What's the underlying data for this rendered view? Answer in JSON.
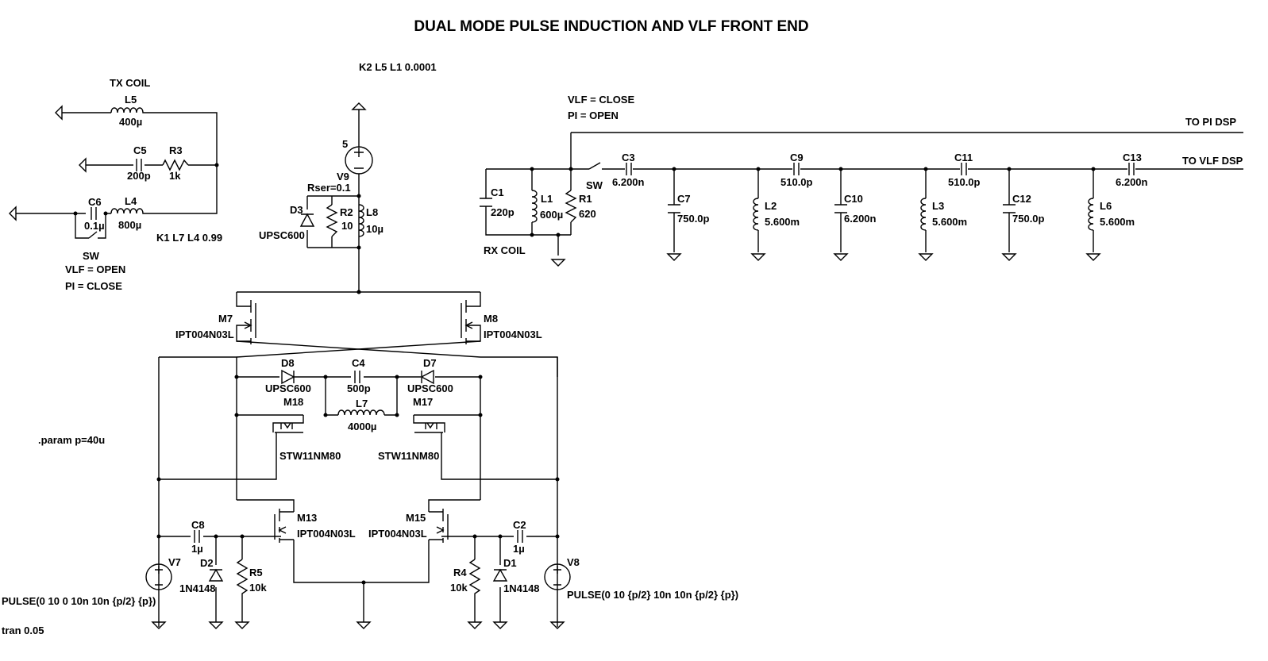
{
  "title": "DUAL MODE PULSE INDUCTION AND VLF FRONT END",
  "directives": {
    "coupling_k2": "K2 L5 L1 0.0001",
    "coupling_k1": "K1 L7 L4 0.99",
    "param": ".param p=40u",
    "tran": "tran 0.05"
  },
  "notes": {
    "tx_coil": "TX COIL",
    "rx_coil": "RX COIL",
    "tx_vlf_open": "VLF = OPEN",
    "tx_pi_close": "PI = CLOSE",
    "rx_vlf_close": "VLF = CLOSE",
    "rx_pi_open": "PI = OPEN",
    "to_pi_dsp": "TO PI DSP",
    "to_vlf_dsp": "TO VLF DSP"
  },
  "components": {
    "L5": {
      "name": "L5",
      "value": "400µ"
    },
    "C5": {
      "name": "C5",
      "value": "200p"
    },
    "R3": {
      "name": "R3",
      "value": "1k"
    },
    "C6": {
      "name": "C6",
      "value": "0.1µ"
    },
    "L4": {
      "name": "L4",
      "value": "800µ"
    },
    "SW_tx": {
      "name": "SW"
    },
    "V9": {
      "name": "V9",
      "value": "5",
      "extra": "Rser=0.1"
    },
    "D3": {
      "name": "D3",
      "value": "UPSC600"
    },
    "R2": {
      "name": "R2",
      "value": "10"
    },
    "L8": {
      "name": "L8",
      "value": "10µ"
    },
    "M7": {
      "name": "M7",
      "value": "IPT004N03L"
    },
    "M8": {
      "name": "M8",
      "value": "IPT004N03L"
    },
    "D8": {
      "name": "D8",
      "value": "UPSC600"
    },
    "C4": {
      "name": "C4",
      "value": "500p"
    },
    "D7": {
      "name": "D7",
      "value": "UPSC600"
    },
    "L7": {
      "name": "L7",
      "value": "4000µ"
    },
    "M18": {
      "name": "M18",
      "value": "STW11NM80"
    },
    "M17": {
      "name": "M17",
      "value": "STW11NM80"
    },
    "M13": {
      "name": "M13",
      "value": "IPT004N03L"
    },
    "M15": {
      "name": "M15",
      "value": "IPT004N03L"
    },
    "C8": {
      "name": "C8",
      "value": "1µ"
    },
    "C2": {
      "name": "C2",
      "value": "1µ"
    },
    "D2": {
      "name": "D2",
      "value": "1N4148"
    },
    "D1": {
      "name": "D1",
      "value": "1N4148"
    },
    "R5": {
      "name": "R5",
      "value": "10k"
    },
    "R4": {
      "name": "R4",
      "value": "10k"
    },
    "V7": {
      "name": "V7",
      "value": "PULSE(0 10 0 10n 10n {p/2} {p})"
    },
    "V8": {
      "name": "V8",
      "value": "PULSE(0 10 {p/2} 10n 10n {p/2} {p})"
    },
    "C1": {
      "name": "C1",
      "value": "220p"
    },
    "L1": {
      "name": "L1",
      "value": "600µ"
    },
    "R1": {
      "name": "R1",
      "value": "620"
    },
    "SW_rx": {
      "name": "SW"
    },
    "C3": {
      "name": "C3",
      "value": "6.200n"
    },
    "C7": {
      "name": "C7",
      "value": "750.0p"
    },
    "L2": {
      "name": "L2",
      "value": "5.600m"
    },
    "C9": {
      "name": "C9",
      "value": "510.0p"
    },
    "C10": {
      "name": "C10",
      "value": "6.200n"
    },
    "C11": {
      "name": "C11",
      "value": "510.0p"
    },
    "L3": {
      "name": "L3",
      "value": "5.600m"
    },
    "C12": {
      "name": "C12",
      "value": "750.0p"
    },
    "C13": {
      "name": "C13",
      "value": "6.200n"
    },
    "L6": {
      "name": "L6",
      "value": "5.600m"
    }
  }
}
